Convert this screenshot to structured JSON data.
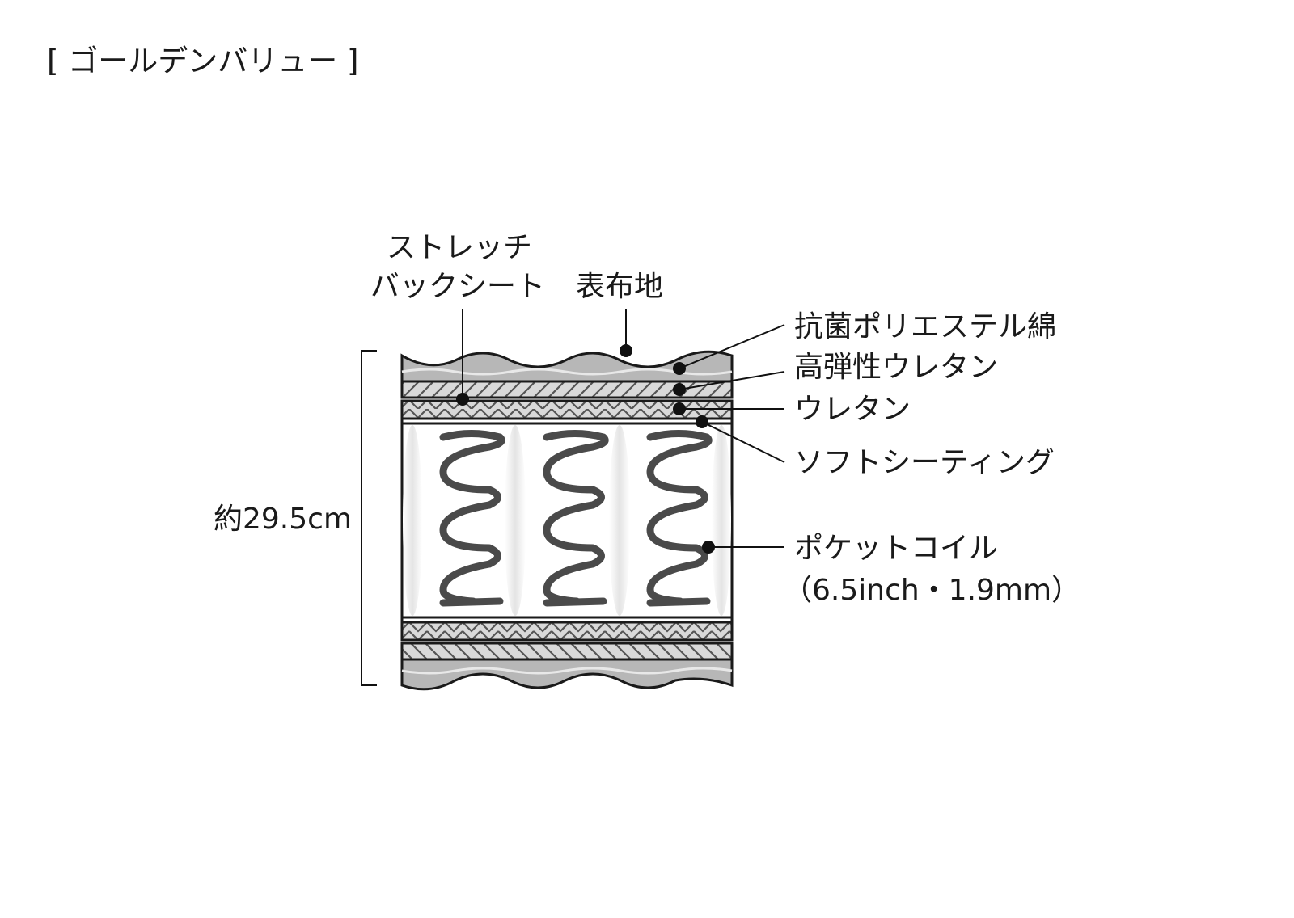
{
  "title": "[ ゴールデンバリュー ]",
  "height_label": "約29.5cm",
  "labels": {
    "stretch_line1": "ストレッチ",
    "stretch_line2": "バックシート",
    "fabric": "表布地",
    "antibacterial_cotton": "抗菌ポリエステル綿",
    "high_resilience_urethane": "高弾性ウレタン",
    "urethane": "ウレタン",
    "soft_sheeting": "ソフトシーティング",
    "pocket_coil": "ポケットコイル",
    "pocket_coil_spec": "（6.5inch・1.9mm）"
  },
  "colors": {
    "outline": "#1a1a1a",
    "fabric": "#b7b7b7",
    "hatch_fill": "#d9d9d9",
    "coil": "#4a4a4a",
    "pocket": "#e2e2e2",
    "background": "#ffffff"
  }
}
